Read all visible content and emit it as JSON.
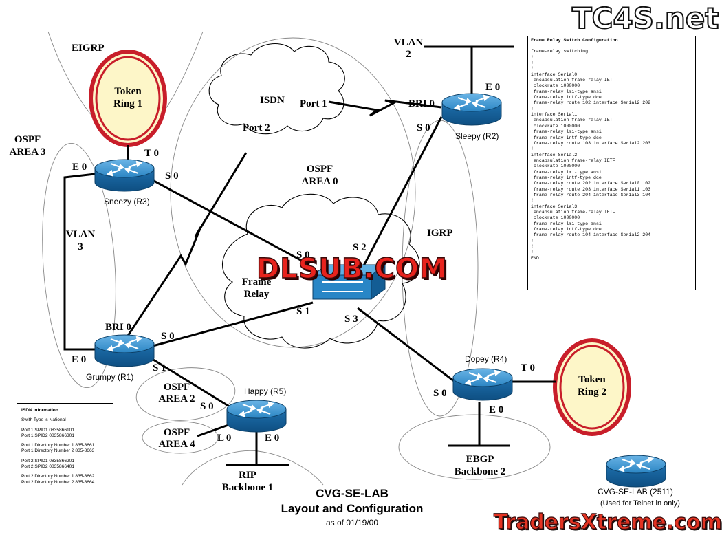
{
  "labels": {
    "eigrp": "EIGRP",
    "token_ring_1": [
      "Token",
      "Ring 1"
    ],
    "token_ring_2": [
      "Token",
      "Ring 2"
    ],
    "ospf_area3": [
      "OSPF",
      "AREA 3"
    ],
    "ospf_area0": [
      "OSPF",
      "AREA 0"
    ],
    "ospf_area2": [
      "OSPF",
      "AREA 2"
    ],
    "ospf_area4": [
      "OSPF",
      "AREA 4"
    ],
    "isdn": "ISDN",
    "port1": "Port 1",
    "port2": "Port 2",
    "vlan2": [
      "VLAN",
      "2"
    ],
    "vlan3": [
      "VLAN",
      "3"
    ],
    "igrp": "IGRP",
    "frame_relay": [
      "Frame",
      "Relay"
    ],
    "rip": [
      "RIP",
      "Backbone 1"
    ],
    "ebgp": [
      "EBGP",
      "Backbone 2"
    ]
  },
  "routers": {
    "sneezy": "Sneezy (R3)",
    "sleepy": "Sleepy (R2)",
    "grumpy": "Grumpy (R1)",
    "happy": "Happy (R5)",
    "dopey": "Dopey (R4)",
    "cvg": "CVG-SE-LAB (2511)",
    "cvg_note": "(Used for Telnet in only)"
  },
  "interfaces": {
    "sneezy_t0": "T 0",
    "sneezy_e0": "E 0",
    "sneezy_s0": "S 0",
    "sleepy_e0": "E 0",
    "sleepy_bri0": "BRI 0",
    "sleepy_s0": "S 0",
    "grumpy_bri0": "BRI 0",
    "grumpy_s0": "S 0",
    "grumpy_e0": "E 0",
    "grumpy_s1": "S 1",
    "happy_s0": "S 0",
    "happy_l0": "L 0",
    "happy_e0": "E 0",
    "dopey_t0": "T 0",
    "dopey_s0": "S 0",
    "dopey_e0": "E 0",
    "fr_s0": "S 0",
    "fr_s1": "S 1",
    "fr_s2": "S 2",
    "fr_s3": "S 3"
  },
  "title": {
    "line1": "CVG-SE-LAB",
    "line2": "Layout and Configuration",
    "line3": "as of 01/19/00"
  },
  "logos": {
    "tc4s": "TC4S.net",
    "dlsub": "DLSUB.COM",
    "traders": "TradersXtreme.com"
  },
  "frame_config": {
    "title": "Frame Relay Switch Configuration",
    "lines": [
      "frame-relay switching",
      "!",
      "!",
      "!",
      "interface Serial0",
      " encapsulation frame-relay IETF",
      " clockrate 1000000",
      " frame-relay lmi-type ansi",
      " frame-relay intf-type dce",
      " frame-relay route 102 interface Serial2 202",
      "!",
      "interface Serial1",
      " encapsulation frame-relay IETF",
      " clockrate 1000000",
      " frame-relay lmi-type ansi",
      " frame-relay intf-type dce",
      " frame-relay route 103 interface Serial2 203",
      "!",
      "interface Serial2",
      " encapsulation frame-relay IETF",
      " clockrate 1000000",
      " frame-relay lmi-type ansi",
      " frame-relay intf-type dce",
      " frame-relay route 202 interface Serial0 102",
      " frame-relay route 203 interface Serial1 103",
      " frame-relay route 204 interface Serial3 104",
      "!",
      "interface Serial3",
      " encapsulation frame-relay IETF",
      " clockrate 1000000",
      " frame-relay lmi-type ansi",
      " frame-relay intf-type dce",
      " frame-relay route 104 interface Serial2 204",
      "!",
      "!",
      "!",
      "END"
    ]
  },
  "isdn_info": {
    "title": "ISDN Information",
    "switch_type": "Swith Type is National",
    "groups": [
      [
        "Port 1 SPID1 0835866101",
        "Port 1 SPID2 0835866301"
      ],
      [
        "Port 1 Directory Number 1 835-8661",
        "Port 1 Directory Number 2 835-8663"
      ],
      [
        "Port 2 SPID1 0835866201",
        "Port 2 SPID2 0835866401"
      ],
      [
        "Port 2 Directory Number 1 835-8662",
        "Port 2 Directory Number 2 835-8664"
      ]
    ]
  },
  "colors": {
    "router_body": "#1f76b4",
    "router_top": "#4b9fd4",
    "token_ring": "#c81e2a",
    "token_fill": "#fdf6c8",
    "logo_red": "#e8231d"
  }
}
